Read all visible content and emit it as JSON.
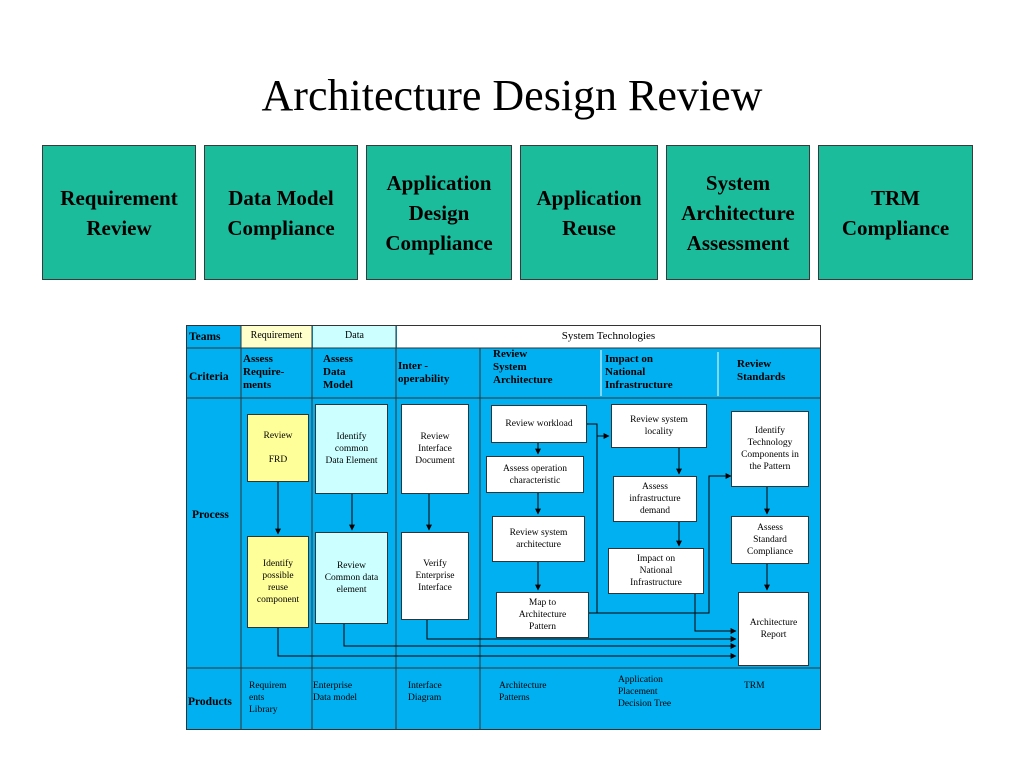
{
  "title": "Architecture Design Review",
  "stages": [
    {
      "label": "Requirement\nReview"
    },
    {
      "label": "Data Model\nCompliance"
    },
    {
      "label": "Application\nDesign\nCompliance"
    },
    {
      "label": "Application\nReuse"
    },
    {
      "label": "System\nArchitecture\nAssessment"
    },
    {
      "label": "TRM\nCompliance"
    }
  ],
  "colors": {
    "stage_fill": "#1abc9c",
    "grid_fill": "#00b0f0",
    "requirement_fill": "#ffff99",
    "data_fill": "#ccffff"
  },
  "diagram": {
    "rows": {
      "teams": "Teams",
      "criteria": "Criteria",
      "process": "Process",
      "products": "Products"
    },
    "teams": {
      "requirement": "Requirement",
      "data": "Data",
      "system": "System Technologies"
    },
    "criteria": {
      "c1": "Assess\nRequire-\nments",
      "c2": "Assess\nData\nModel",
      "c3": "Inter -\noperability",
      "c4": "Review\nSystem\nArchitecture",
      "c5": "Impact on\nNational\nInfrastructure",
      "c6": "Review\nStandards"
    },
    "process": {
      "review_frd": "Review\n\nFRD",
      "identify_reuse": "Identify\npossible\nreuse\ncomponent",
      "identify_common": "Identify\ncommon\nData Element",
      "review_common": "Review\nCommon data\nelement",
      "review_interface": "Review\nInterface\nDocument",
      "verify_interface": "Verify\nEnterprise\nInterface",
      "review_workload": "Review workload",
      "assess_operation": "Assess operation\ncharacteristic",
      "review_sysarch": "Review  system\narchitecture",
      "map_pattern": "Map  to\nArchitecture\nPattern",
      "review_locality": "Review system\nlocality",
      "assess_infra": "Assess\ninfrastructure\ndemand",
      "impact_national": "Impact on\nNational\nInfrastructure",
      "identify_tech": "Identify\nTechnology\nComponents in\nthe Pattern",
      "assess_standard": "Assess\nStandard\nCompliance",
      "arch_report": "Architecture\nReport"
    },
    "products": {
      "p1": "Requirem\nents\nLibrary",
      "p2": "Enterprise\nData model",
      "p3": "Interface\nDiagram",
      "p4": "Architecture\nPatterns",
      "p5": "Application\nPlacement\nDecision Tree",
      "p6": "TRM"
    }
  }
}
